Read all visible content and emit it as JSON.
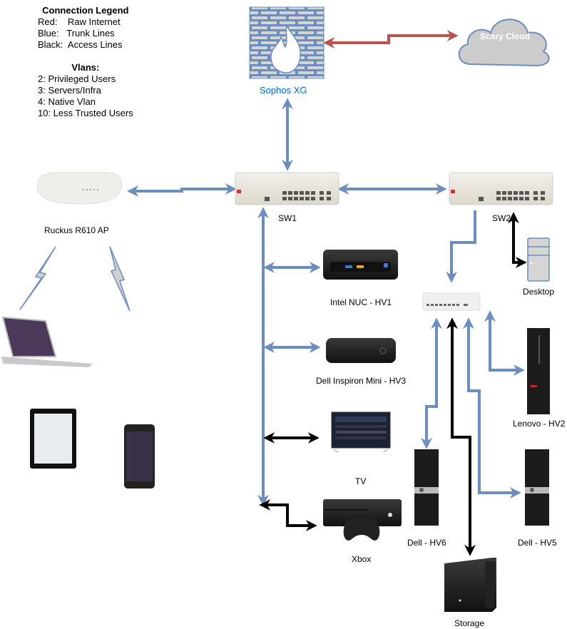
{
  "legend": {
    "title": "Connection Legend",
    "rows": [
      "Red:    Raw Internet",
      "Blue:   Trunk Lines",
      "Black:  Access Lines"
    ],
    "vlans_title": "Vlans:",
    "vlans": [
      "2: Privileged Users",
      "3: Servers/Infra",
      "4: Native Vlan",
      "10: Less Trusted Users"
    ]
  },
  "colors": {
    "raw_internet": "#b85450",
    "trunk": "#6c8ebf",
    "access": "#000000",
    "firewall_label": "#0066cc",
    "cloud_fill": "#cccccc",
    "cloud_stroke": "#6c8ebf"
  },
  "nodes": {
    "firewall": "Sophos XG",
    "cloud": "Scary Cloud",
    "ap": "Ruckus R610 AP",
    "sw1": "SW1",
    "sw2": "SW2",
    "desktop": "Desktop",
    "nuc": "Intel NUC - HV1",
    "inspiron": "Dell Inspiron Mini - HV3",
    "tv": "TV",
    "xbox": "Xbox",
    "lenovo": "Lenovo - HV2",
    "hv6": "Dell - HV6",
    "hv5": "Dell - HV5",
    "storage": "Storage"
  },
  "icons": {
    "firewall": "brick-wall-flame-icon",
    "cloud": "cloud-icon",
    "ap": "wireless-access-point-icon",
    "switch": "network-switch-icon",
    "mikrotik": "small-switch-icon",
    "desktop": "tower-pc-icon",
    "nuc": "mini-pc-icon",
    "tv": "tv-icon",
    "xbox": "game-console-icon",
    "laptop": "laptop-icon",
    "tablet": "tablet-icon",
    "phone": "phone-icon",
    "storage": "nas-icon",
    "wireless": "lightning-bolt-icon"
  }
}
